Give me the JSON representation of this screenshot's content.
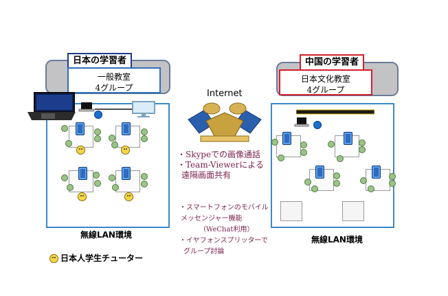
{
  "left": {
    "title": "日本の学習者",
    "class_line1": "一般教室",
    "class_line2": "4グループ",
    "caption": "無線LAN環境",
    "colors": {
      "title_border": "#1e3a8a",
      "room_border": "#3a87c8"
    }
  },
  "right": {
    "title": "中国の学習者",
    "class_line1": "日本文化教室",
    "class_line2": "4グループ",
    "caption": "無線LAN環境",
    "colors": {
      "title_border": "#d21f2b",
      "room_border": "#3a87c8"
    }
  },
  "center": {
    "internet_label": "Internet",
    "bullets_top": [
      "・Skypeでの画像通話",
      "・Team-Viewerによる",
      "遠隔画面共有"
    ],
    "bullets_bottom": [
      "・スマートフォンのモバイル",
      "メッセンジャー機能",
      "（WeChat利用）",
      "・イヤフォンスプリッターで",
      "グループ討論"
    ]
  },
  "legend": {
    "tutor_label": "日本人学生チューター",
    "tutor_icon": "smiley-face-icon"
  }
}
